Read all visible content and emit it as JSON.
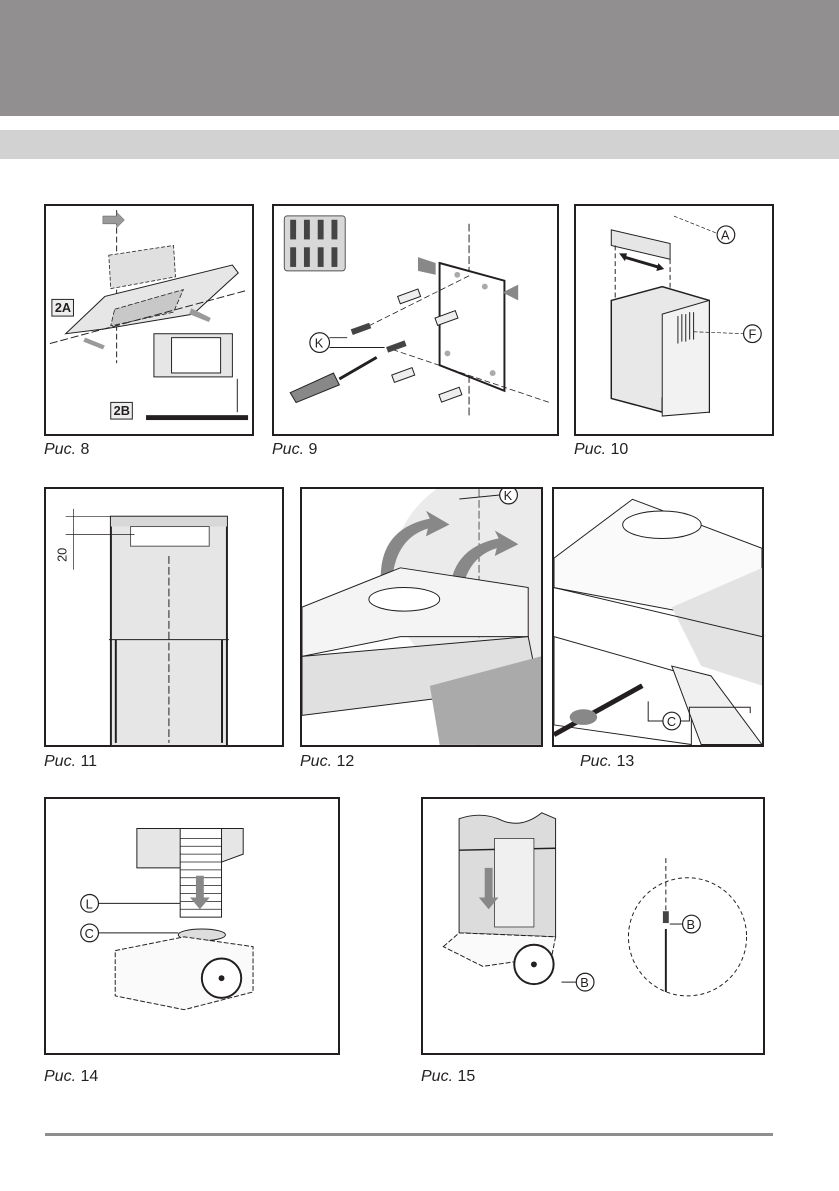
{
  "page": {
    "header_band_color": "#918f90",
    "subheader_band_color": "#d2d2d2",
    "footer_rule_color": "#8e8e8e"
  },
  "figures": [
    {
      "id": "fig8",
      "caption_prefix": "Рис.",
      "caption_number": "8",
      "labels": [
        "2A",
        "2B"
      ]
    },
    {
      "id": "fig9",
      "caption_prefix": "Рис.",
      "caption_number": "9",
      "labels": [
        "K"
      ]
    },
    {
      "id": "fig10",
      "caption_prefix": "Рис.",
      "caption_number": "10",
      "labels": [
        "A",
        "F"
      ]
    },
    {
      "id": "fig11",
      "caption_prefix": "Рис.",
      "caption_number": "11",
      "labels": [
        "20"
      ]
    },
    {
      "id": "fig12",
      "caption_prefix": "Рис.",
      "caption_number": "12",
      "labels": [
        "K"
      ]
    },
    {
      "id": "fig13",
      "caption_prefix": "Рис.",
      "caption_number": "13",
      "labels": [
        "C"
      ]
    },
    {
      "id": "fig14",
      "caption_prefix": "Рис.",
      "caption_number": "14",
      "labels": [
        "L",
        "C"
      ]
    },
    {
      "id": "fig15",
      "caption_prefix": "Рис.",
      "caption_number": "15",
      "labels": [
        "B",
        "B"
      ]
    }
  ]
}
